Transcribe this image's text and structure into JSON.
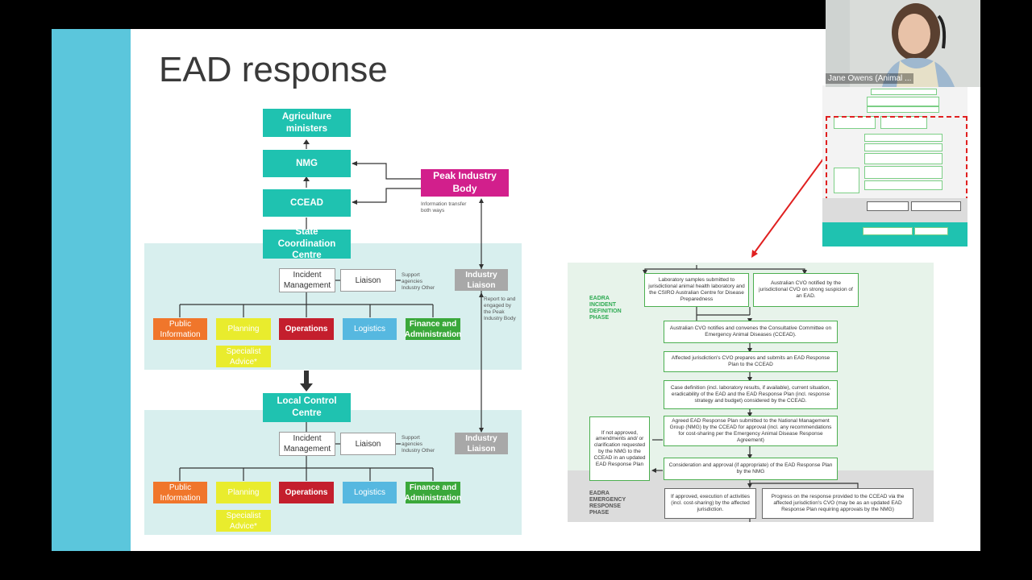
{
  "slide": {
    "title": "EAD response"
  },
  "orgchart": {
    "agriculture_ministers": "Agriculture ministers",
    "nmg": "NMG",
    "ccead": "CCEAD",
    "peak_industry_body": "Peak Industry Body",
    "info_transfer": "Information transfer both ways",
    "state_centre": "State Coordination Centre",
    "local_centre": "Local Control Centre",
    "incident_management": "Incident Management",
    "liaison": "Liaison",
    "support_agencies": "Support agencies Industry Other",
    "industry_liaison": "Industry Liaison",
    "report_peak": "Report to and engaged by the Peak Industry Body",
    "public_information": "Public Information",
    "planning": "Planning",
    "operations": "Operations",
    "logistics": "Logistics",
    "finance_admin": "Finance and Administration",
    "specialist_advice": "Specialist Advice*"
  },
  "flowchart": {
    "incident_phase": "EADRA INCIDENT DEFINITION PHASE",
    "emergency_phase": "EADRA EMERGENCY RESPONSE PHASE",
    "box1": "Laboratory samples submitted to jurisdictional animal health laboratory and the CSIRO Australian Centre for Disease Preparedness",
    "box2": "Australian CVO notified by the jurisdictional CVO on strong suspicion of an EAD.",
    "box3": "Australian CVO notifies and convenes the Consultative Committee on Emergency Animal Diseases (CCEAD).",
    "box4": "Affected jurisdiction's CVO prepares and submits an EAD Response Plan to the CCEAD",
    "box5": "Case definition (incl. laboratory results, if available), current situation, eradicability of the EAD and the EAD Response Plan (incl. response strategy and budget) considered by the CCEAD.",
    "box6": "Agreed EAD Response Plan submitted to the National Management Group (NMG) by the CCEAD for approval (incl. any recommendations for cost-sharing per the Emergency Animal Disease Response Agreement)",
    "box7": "Consideration and approval (if appropriate) of the EAD Response Plan by the NMG",
    "box_not_approved": "If not approved, amendments and/ or clarification requested by the NMG to the CCEAD in an updated EAD Response Plan",
    "box8": "If approved, execution of activities (incl. cost-sharing) by the affected jurisdiction.",
    "box9": "Progress on the response provided to the CCEAD via the affected jurisdiction's CVO (may be as an updated EAD Response Plan requiring approvals by the NMG)"
  },
  "webcam": {
    "name": "Jane Owens (Animal ..."
  },
  "colors": {
    "teal": "#1fc2b0",
    "magenta": "#d21f8c",
    "stripe": "#5bc6dc",
    "operations_red": "#c41f2d",
    "finance_green": "#3aa83a",
    "callout_red": "#e02020"
  }
}
